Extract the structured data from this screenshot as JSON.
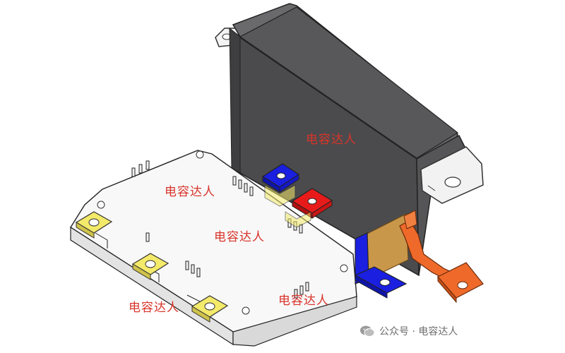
{
  "watermarks": {
    "housing": "电容达人",
    "module_left": "电容达人",
    "module_center": "电容达人",
    "module_bottom_left": "电容达人",
    "module_bottom_right": "电容达人"
  },
  "footer": {
    "source": "公众号 · 电容达人"
  },
  "colors": {
    "capacitor_housing": "#4a4a4c",
    "module_body": "#f7f7f7",
    "terminal_yellow": "#f4ea6a",
    "terminal_blue": "#1a1fe0",
    "terminal_red": "#e81b1b",
    "busbar_orange": "#ef6a2a",
    "insulator_tan": "#c9974a",
    "watermark_red": "#d8342a"
  },
  "icons": [
    "wechat-icon"
  ]
}
